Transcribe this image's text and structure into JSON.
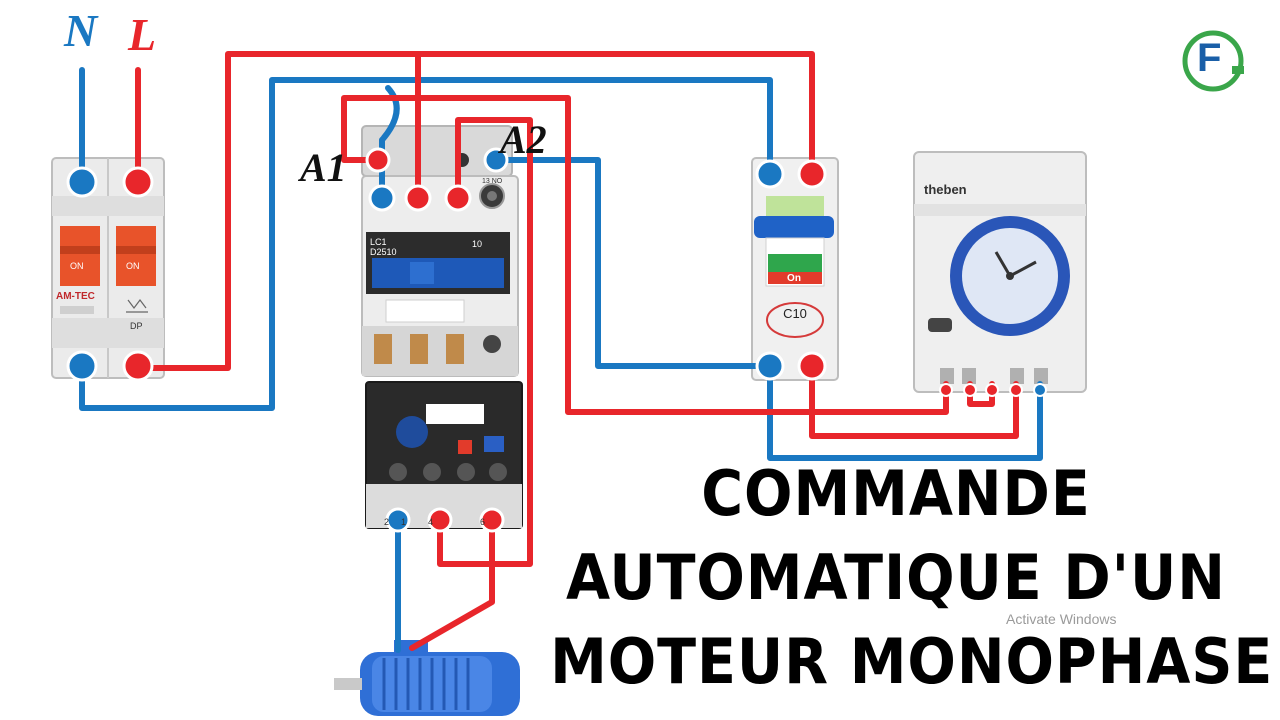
{
  "labels": {
    "neutral": "N",
    "line": "L",
    "coil_a1": "A1",
    "coil_a2": "A2"
  },
  "breaker_dp": {
    "brand": "AM-TEC",
    "switch_left": "ON",
    "switch_right": "ON",
    "pole_mark": "DP"
  },
  "contactor": {
    "model_line1": "LC1",
    "model_line2": "D2510",
    "contact_mark": "10",
    "aux_mark": "13 NO"
  },
  "overload_relay": {
    "terminal_2": "2",
    "terminal_1": "1",
    "terminal_4": "4",
    "terminal_6": "6"
  },
  "breaker_c10": {
    "state": "On",
    "rating": "C10"
  },
  "timer": {
    "brand": "theben"
  },
  "logo_letter": "F",
  "headline": {
    "line1": "COMMANDE",
    "line2": "AUTOMATIQUE D'UN",
    "line3": "MOTEUR MONOPHASE"
  },
  "watermark": "Activate Windows",
  "colors": {
    "phase": "#e8262b",
    "neutral": "#1a78c2",
    "device_body": "#ececec",
    "logo_green": "#3aa64a",
    "logo_blue": "#1a5fa8"
  }
}
